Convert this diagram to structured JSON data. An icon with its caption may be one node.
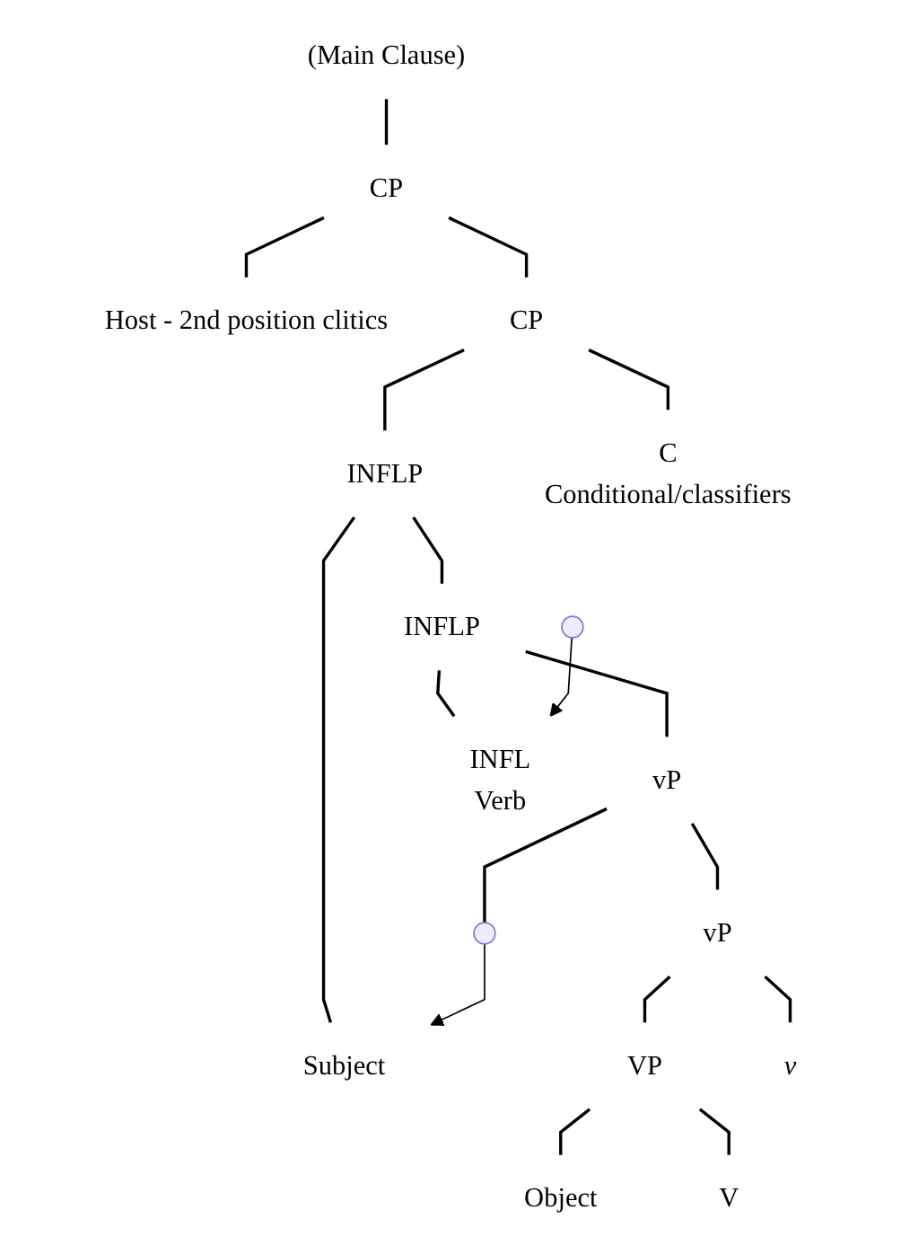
{
  "diagram": {
    "nodes": [
      {
        "text": [
          "(Main Clause)"
        ]
      },
      {
        "text": [
          "CP"
        ]
      },
      {
        "text": [
          "Host - 2nd position clitics"
        ]
      },
      {
        "text": [
          "CP"
        ]
      },
      {
        "text": [
          "INFLP"
        ]
      },
      {
        "text": [
          "C",
          "Conditional/classifiers"
        ]
      },
      {
        "text": [
          "Subject"
        ]
      },
      {
        "text": [
          "INFLP"
        ]
      },
      {
        "text": [
          "vP"
        ]
      },
      {
        "text": [
          "INFL",
          "Verb"
        ]
      },
      {
        "text": [],
        "shape": "circle"
      },
      {
        "text": [
          "vP"
        ]
      },
      {
        "text": [
          "VP"
        ]
      },
      {
        "text": [
          "v"
        ]
      },
      {
        "text": [
          "Object"
        ]
      },
      {
        "text": [
          "V"
        ]
      },
      {
        "text": [],
        "shape": "circle"
      }
    ],
    "edges": [
      {
        "from": 0,
        "to": 1,
        "arrow": "none"
      },
      {
        "from": 1,
        "to": 2,
        "arrow": "none"
      },
      {
        "from": 1,
        "to": 3,
        "arrow": "none"
      },
      {
        "from": 3,
        "to": 4,
        "arrow": "none"
      },
      {
        "from": 3,
        "to": 5,
        "arrow": "none"
      },
      {
        "from": 4,
        "to": 6,
        "arrow": "none"
      },
      {
        "from": 4,
        "to": 7,
        "arrow": "none"
      },
      {
        "from": 7,
        "to": 8,
        "arrow": "none"
      },
      {
        "from": 7,
        "to": 9,
        "arrow": "none"
      },
      {
        "from": 8,
        "to": 10,
        "arrow": "none"
      },
      {
        "from": 8,
        "to": 11,
        "arrow": "none"
      },
      {
        "from": 11,
        "to": 12,
        "arrow": "none"
      },
      {
        "from": 11,
        "to": 13,
        "arrow": "none"
      },
      {
        "from": 12,
        "to": 14,
        "arrow": "none"
      },
      {
        "from": 12,
        "to": 15,
        "arrow": "none"
      },
      {
        "from": 10,
        "to": 6,
        "arrow": "to"
      },
      {
        "from": 16,
        "to": 9,
        "arrow": "to"
      }
    ]
  }
}
